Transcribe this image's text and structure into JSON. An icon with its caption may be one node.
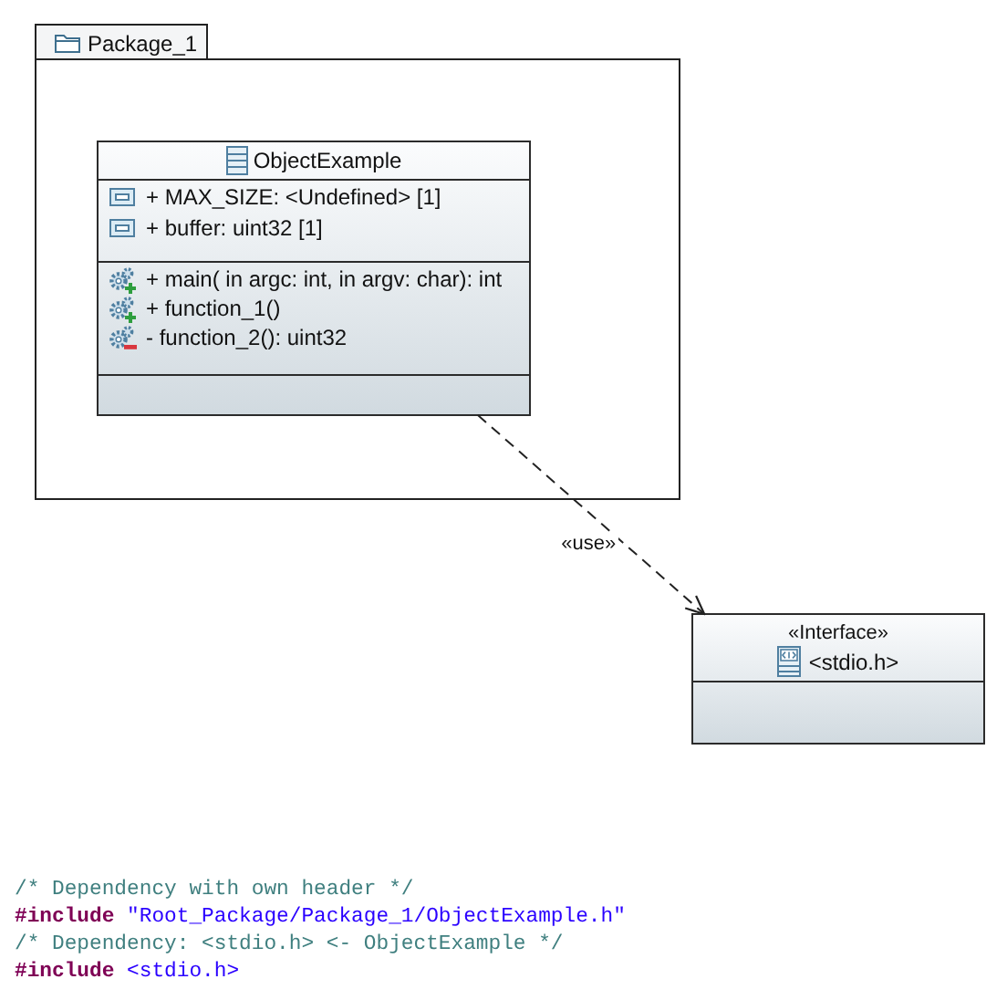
{
  "diagram": {
    "nodes": [
      {
        "text": [
          "Package_1"
        ]
      },
      {
        "text": [
          "ObjectExample",
          "+ MAX_SIZE: <Undefined> [1]",
          "+ buffer: uint32 [1]",
          "+ main( in argc: int, in argv: char): int",
          "+ function_1()",
          "- function_2(): uint32"
        ],
        "in": 0
      },
      {
        "text": [
          "«Interface»",
          "<stdio.h>"
        ]
      }
    ],
    "edges": [
      {
        "from": 1,
        "to": 2,
        "arrow": "to",
        "style": "dashed",
        "label": "«use»"
      }
    ],
    "labels": [
      "/* Dependency with own header */",
      "**#include** \"Root_Package/Package_1/ObjectExample.h\"",
      "/* Dependency: <stdio.h> <- ObjectExample */",
      "**#include** <stdio.h>"
    ]
  }
}
